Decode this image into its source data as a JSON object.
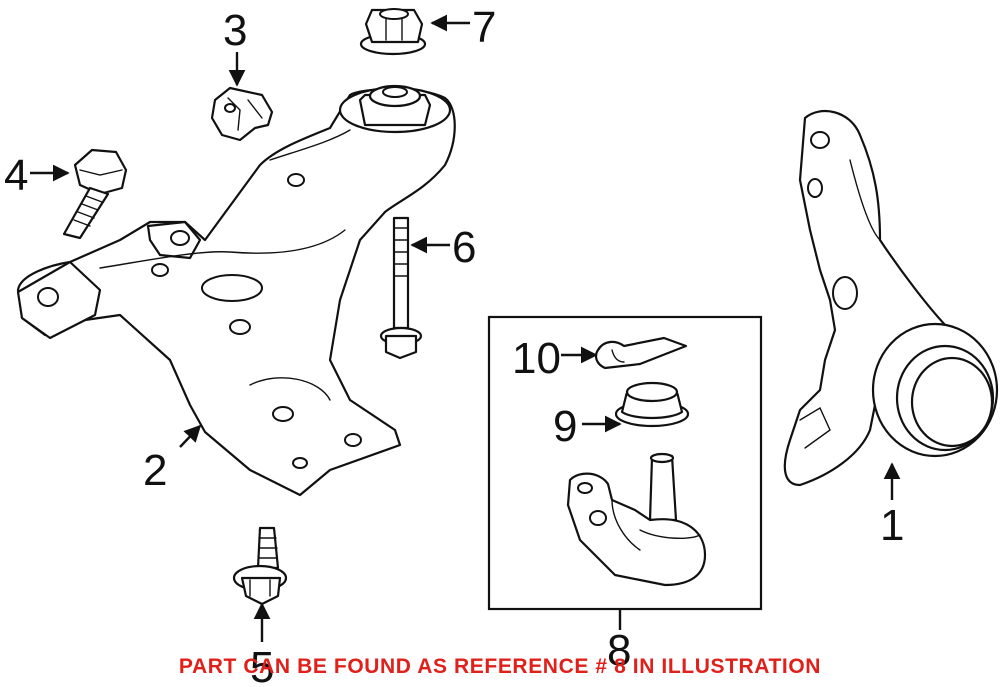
{
  "callouts": {
    "c1": "1",
    "c2": "2",
    "c3": "3",
    "c4": "4",
    "c5": "5",
    "c6": "6",
    "c7": "7",
    "c8": "8",
    "c9": "9",
    "c10": "10"
  },
  "note": "PART CAN BE FOUND AS REFERENCE # 8 IN ILLUSTRATION",
  "colors": {
    "note": "#e0201b",
    "ink": "#111111",
    "background": "#ffffff"
  }
}
